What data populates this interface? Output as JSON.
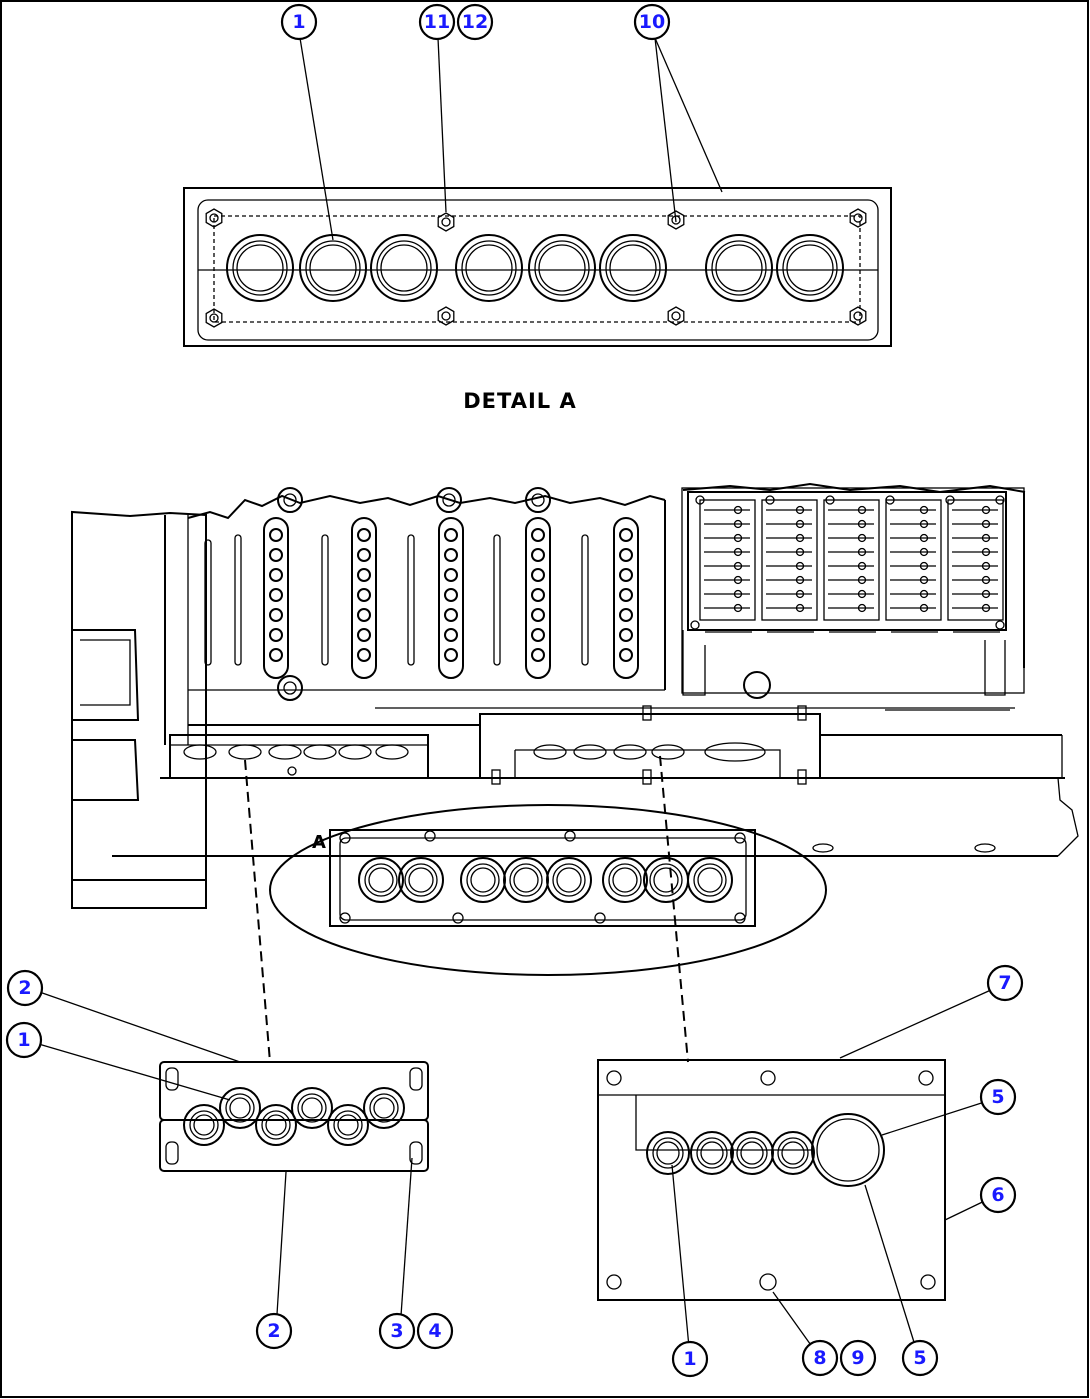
{
  "detail_label": "DETAIL A",
  "detail_marker": "A",
  "callouts": {
    "top_1": "1",
    "top_11": "11",
    "top_12": "12",
    "top_10": "10",
    "left_2a": "2",
    "left_1": "1",
    "left_2b": "2",
    "left_3": "3",
    "left_4": "4",
    "right_7": "7",
    "right_5a": "5",
    "right_6": "6",
    "right_1": "1",
    "right_8": "8",
    "right_9": "9",
    "right_5b": "5"
  },
  "colors": {
    "callout_text": "#1a1aff",
    "line": "#000000",
    "background": "#ffffff"
  }
}
